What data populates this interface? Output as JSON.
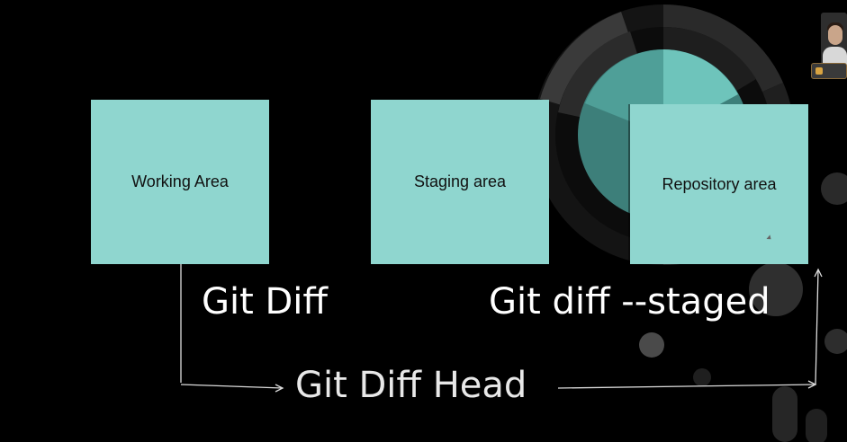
{
  "boxes": {
    "working": "Working Area",
    "staging": "Staging area",
    "repository": "Repository area"
  },
  "labels": {
    "git_diff": "Git Diff",
    "git_diff_staged": "Git diff --staged",
    "git_diff_head": "Git Diff Head"
  },
  "colors": {
    "background": "#000000",
    "box_fill": "#8fd6cf",
    "text": "#ffffff",
    "arrow": "#dcdcdc"
  }
}
